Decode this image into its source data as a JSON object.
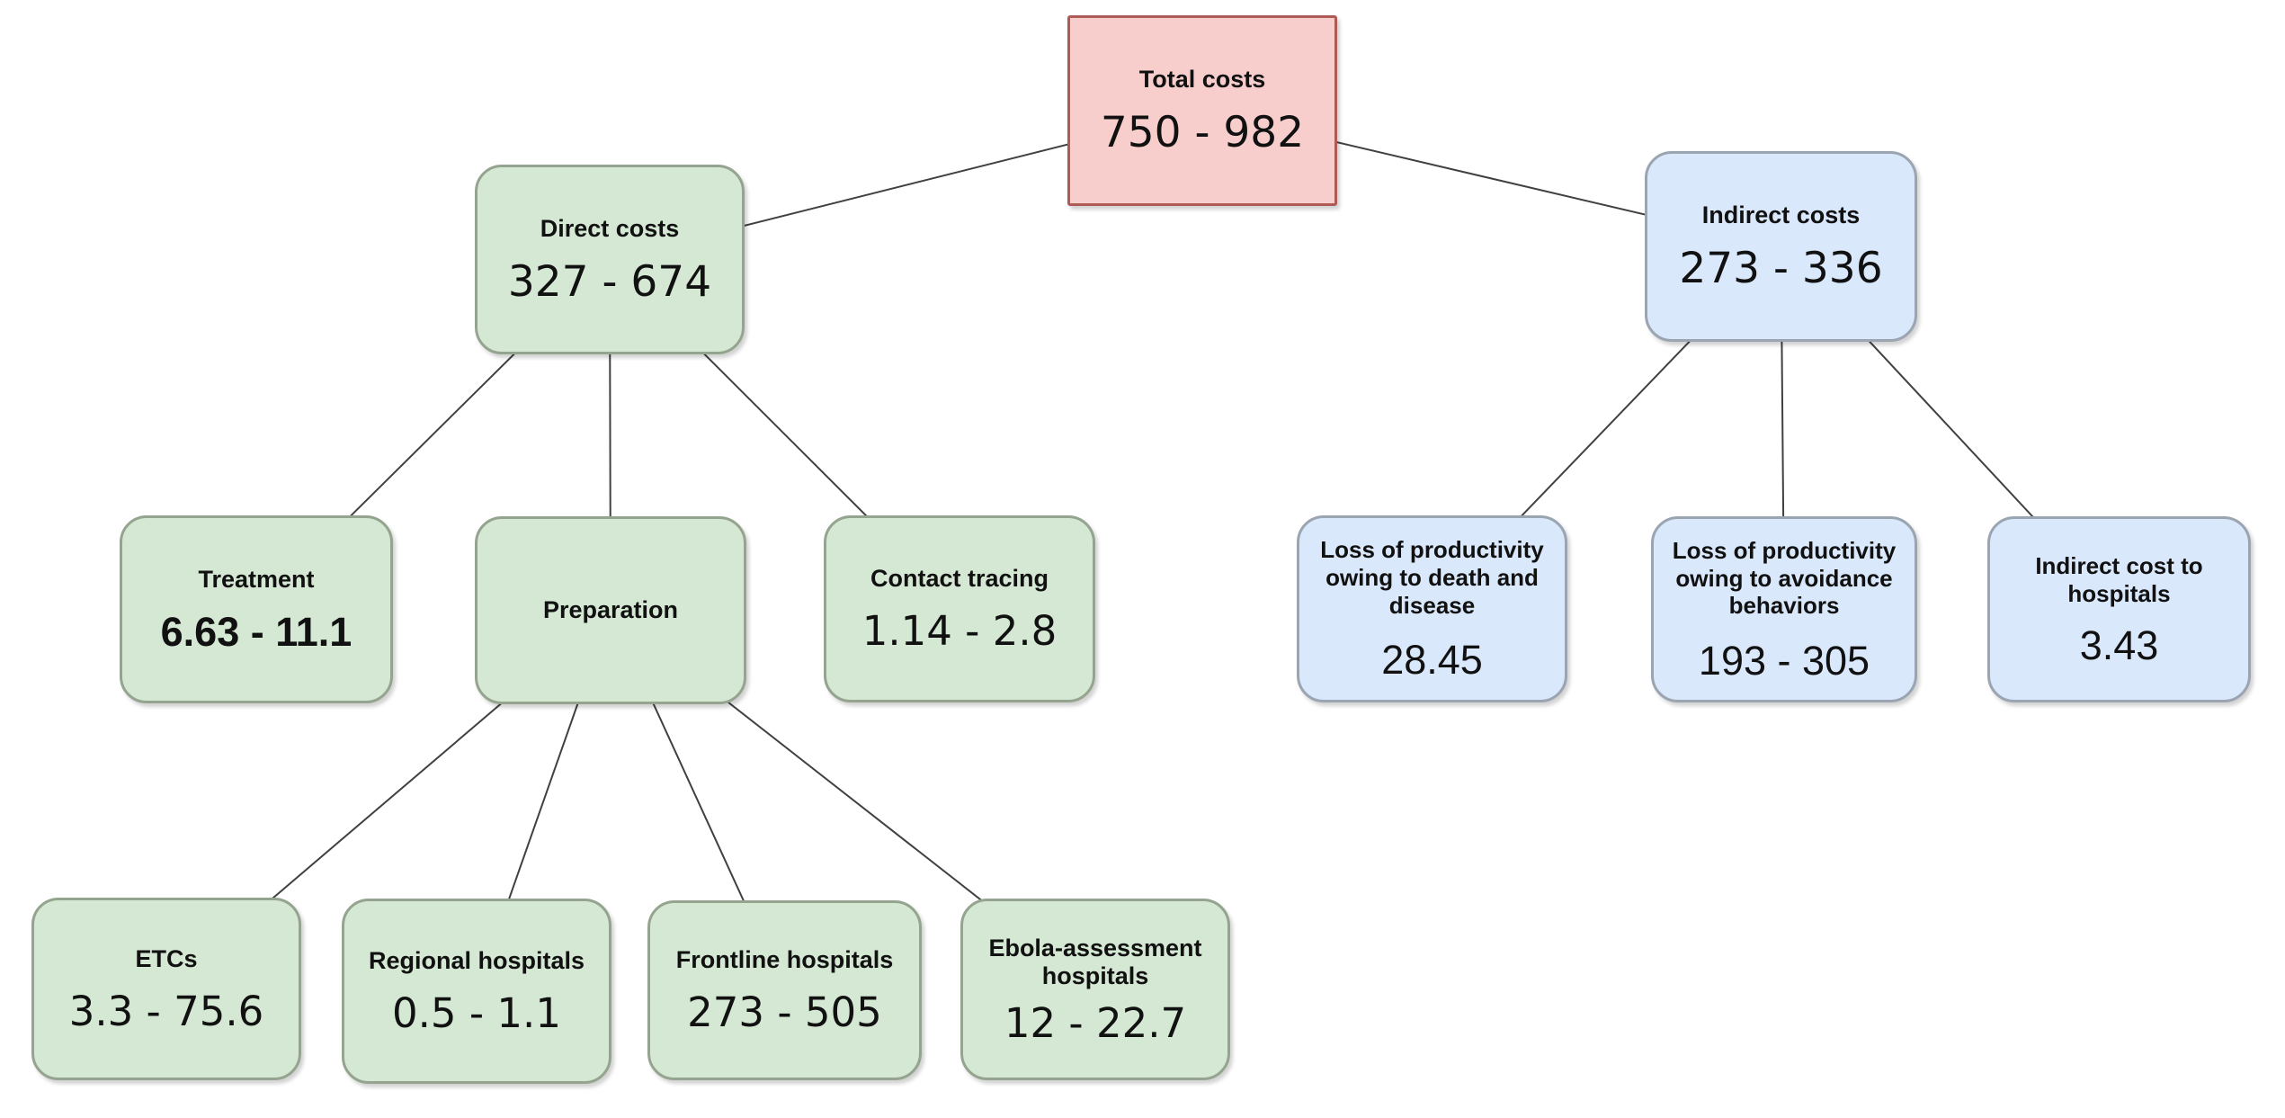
{
  "diagram": {
    "description": "Cost breakdown tree",
    "colors": {
      "total_fill": "#f8cecc",
      "total_border": "#ae5a55",
      "direct_fill": "#d5e8d4",
      "direct_border": "#94a48f",
      "indirect_fill": "#dae8fc",
      "indirect_border": "#9aa5b1",
      "edge": "#404040"
    }
  },
  "nodes": [
    {
      "id": "total",
      "label": "Total costs",
      "value": "750 - 982"
    },
    {
      "id": "direct",
      "label": "Direct costs",
      "value": "327 - 674"
    },
    {
      "id": "indirect",
      "label": "Indirect costs",
      "value": "273 - 336"
    },
    {
      "id": "treatment",
      "label": "Treatment",
      "value": "6.63 - 11.1"
    },
    {
      "id": "preparation",
      "label": "Preparation",
      "value": ""
    },
    {
      "id": "contact",
      "label": "Contact tracing",
      "value": "1.14 - 2.8"
    },
    {
      "id": "loss_death",
      "label": "Loss of productivity owing to death and disease",
      "value": "28.45"
    },
    {
      "id": "loss_avoidance",
      "label": "Loss of productivity owing to avoidance behaviors",
      "value": "193 - 305"
    },
    {
      "id": "indirect_hospitals",
      "label": "Indirect cost to hospitals",
      "value": "3.43"
    },
    {
      "id": "etcs",
      "label": "ETCs",
      "value": "3.3 - 75.6"
    },
    {
      "id": "regional",
      "label": "Regional hospitals",
      "value": "0.5 - 1.1"
    },
    {
      "id": "frontline",
      "label": "Frontline hospitals",
      "value": "273 - 505"
    },
    {
      "id": "ebola",
      "label": "Ebola-assessment hospitals",
      "value": "12 - 22.7"
    }
  ],
  "edges": [
    {
      "from": "total",
      "to": "direct"
    },
    {
      "from": "total",
      "to": "indirect"
    },
    {
      "from": "direct",
      "to": "treatment"
    },
    {
      "from": "direct",
      "to": "preparation"
    },
    {
      "from": "direct",
      "to": "contact"
    },
    {
      "from": "preparation",
      "to": "etcs"
    },
    {
      "from": "preparation",
      "to": "regional"
    },
    {
      "from": "preparation",
      "to": "frontline"
    },
    {
      "from": "preparation",
      "to": "ebola"
    },
    {
      "from": "indirect",
      "to": "loss_death"
    },
    {
      "from": "indirect",
      "to": "loss_avoidance"
    },
    {
      "from": "indirect",
      "to": "indirect_hospitals"
    }
  ]
}
